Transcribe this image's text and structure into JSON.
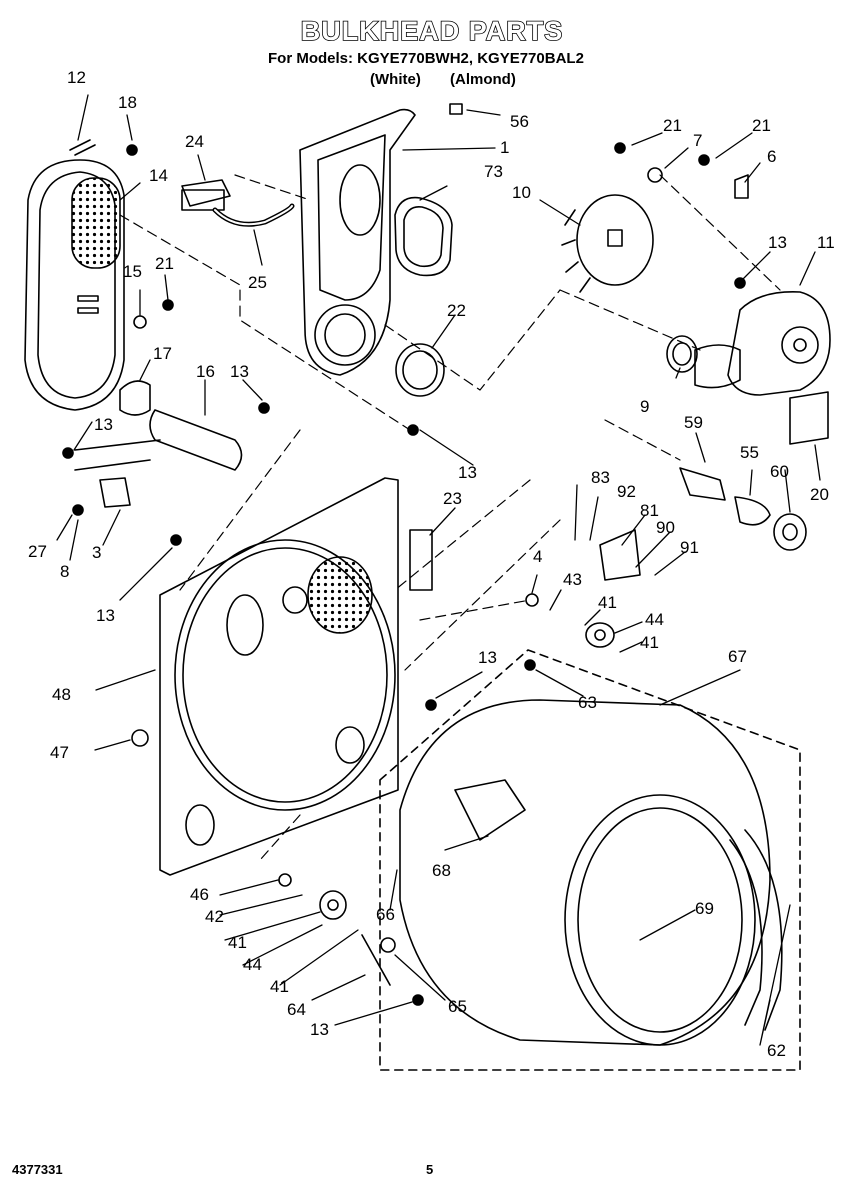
{
  "header": {
    "title": "BULKHEAD PARTS",
    "models": "For Models: KGYE770BWH2, KGYE770BAL2",
    "color_white": "(White)",
    "color_almond": "(Almond)"
  },
  "callouts": [
    "1",
    "3",
    "4",
    "6",
    "7",
    "8",
    "9",
    "10",
    "11",
    "12",
    "13",
    "13",
    "13",
    "13",
    "13",
    "13",
    "13",
    "14",
    "15",
    "16",
    "17",
    "18",
    "20",
    "21",
    "21",
    "21",
    "22",
    "23",
    "24",
    "25",
    "27",
    "41",
    "41",
    "41",
    "41",
    "42",
    "43",
    "44",
    "44",
    "46",
    "47",
    "48",
    "55",
    "56",
    "59",
    "60",
    "62",
    "63",
    "64",
    "65",
    "66",
    "67",
    "68",
    "69",
    "73",
    "81",
    "83",
    "90",
    "91",
    "92"
  ],
  "footer": {
    "part_number": "4377331",
    "page_number": "5"
  }
}
